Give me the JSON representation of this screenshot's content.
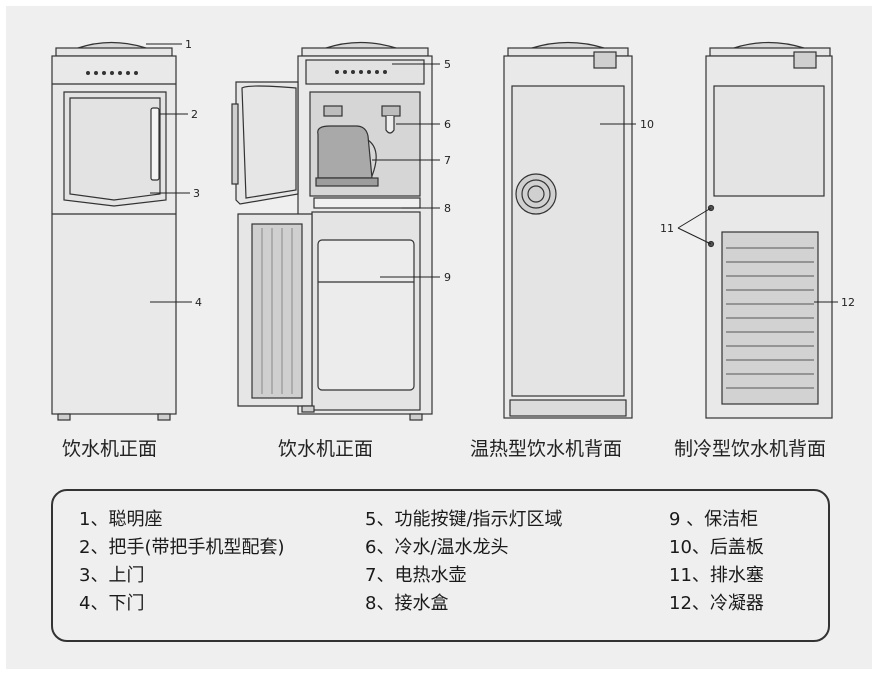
{
  "captions": {
    "front_closed": "饮水机正面",
    "front_open": "饮水机正面",
    "back_hot": "温热型饮水机背面",
    "back_cold": "制冷型饮水机背面"
  },
  "callouts": {
    "c1": "1",
    "c2": "2",
    "c3": "3",
    "c4": "4",
    "c5": "5",
    "c6": "6",
    "c7": "7",
    "c8": "8",
    "c9": "9",
    "c10": "10",
    "c11": "11",
    "c12": "12"
  },
  "legend": {
    "col1": [
      "1、聪明座",
      "2、把手(带把手机型配套)",
      "3、上门",
      "4、下门"
    ],
    "col2": [
      "5、功能按键/指示灯区域",
      "6、冷水/温水龙头",
      "7、电热水壶",
      "8、接水盒"
    ],
    "col3": [
      "9 、保洁柜",
      "10、后盖板",
      "11、排水塞",
      "12、冷凝器"
    ]
  }
}
